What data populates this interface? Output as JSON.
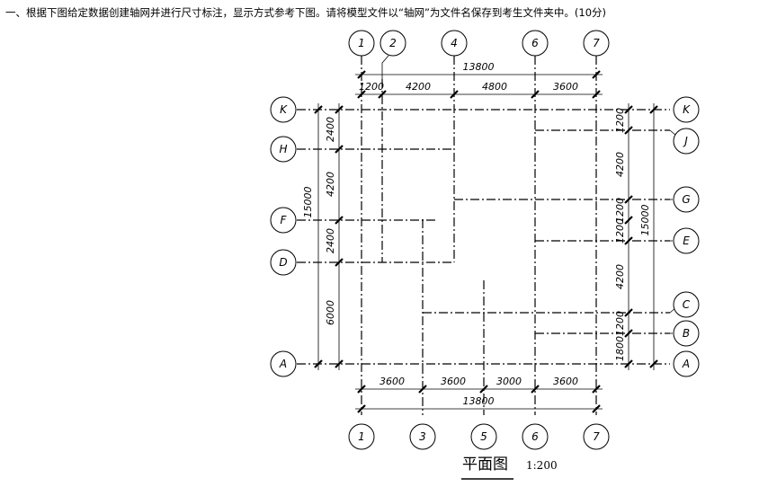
{
  "instruction": "一、根据下图给定数据创建轴网并进行尺寸标注，显示方式参考下图。请将模型文件以“轴网”为文件名保存到考生文件夹中。(10分)",
  "drawing": {
    "title": "平面图",
    "scale": "1:200",
    "top_axes": [
      "1",
      "2",
      "4",
      "6",
      "7"
    ],
    "bottom_axes": [
      "1",
      "3",
      "5",
      "6",
      "7"
    ],
    "left_axes": [
      "K",
      "H",
      "F",
      "D",
      "A"
    ],
    "right_axes": [
      "K",
      "J",
      "G",
      "E",
      "C",
      "B",
      "A"
    ],
    "top_total": "13800",
    "top_dims": [
      "1200",
      "4200",
      "4800",
      "3600"
    ],
    "bottom_dims": [
      "3600",
      "3600",
      "3000",
      "3600"
    ],
    "bottom_total": "13800",
    "left_total": "15000",
    "left_dims": [
      "2400",
      "4200",
      "2400",
      "6000"
    ],
    "right_total": "15000",
    "right_dims": [
      "1200",
      "4200",
      "1200",
      "1200",
      "4200",
      "1200",
      "1800"
    ]
  }
}
